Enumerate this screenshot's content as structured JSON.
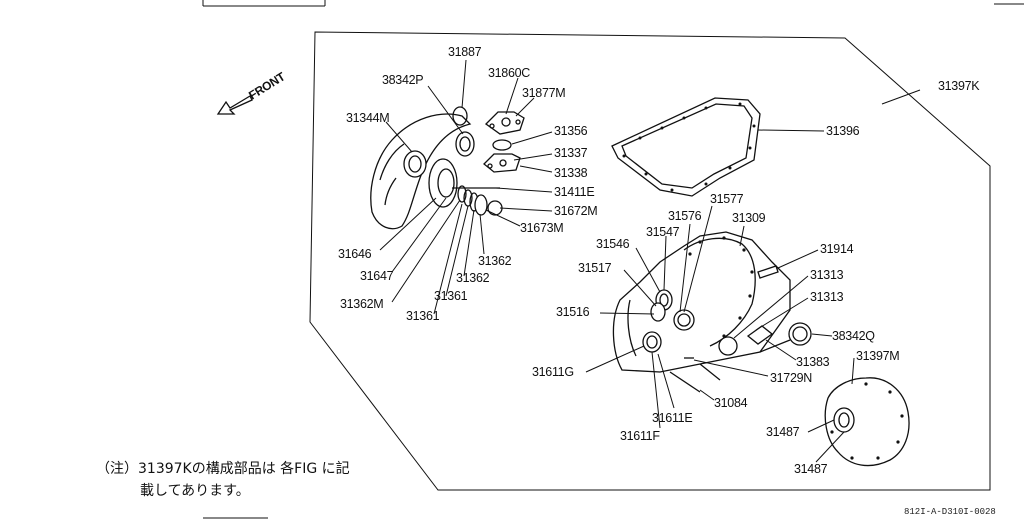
{
  "front_label": "FRONT",
  "assembly_label": "31397K",
  "labels": {
    "p31887": "31887",
    "p38342P": "38342P",
    "p31860C": "31860C",
    "p31877M": "31877M",
    "p31344M": "31344M",
    "p31356": "31356",
    "p31337": "31337",
    "p31338": "31338",
    "p31411E": "31411E",
    "p31672M": "31672M",
    "p31673M": "31673M",
    "p31646": "31646",
    "p31647": "31647",
    "p31362a": "31362",
    "p31362b": "31362",
    "p31362M": "31362M",
    "p31361a": "31361",
    "p31361b": "31361",
    "p31396": "31396",
    "p31577": "31577",
    "p31576": "31576",
    "p31309": "31309",
    "p31546": "31546",
    "p31547": "31547",
    "p31914": "31914",
    "p31517": "31517",
    "p31313a": "31313",
    "p31313b": "31313",
    "p31516": "31516",
    "p38342Q": "38342Q",
    "p31383": "31383",
    "p31397M": "31397M",
    "p31611G": "31611G",
    "p31729N": "31729N",
    "p31084": "31084",
    "p31611E": "31611E",
    "p31611F": "31611F",
    "p31487a": "31487",
    "p31487b": "31487"
  },
  "note": {
    "line1": "（注）31397Kの構成部品は 各FIG に記",
    "line2": "載してあります。"
  },
  "figure_code": "812I-A-D310I-0028"
}
